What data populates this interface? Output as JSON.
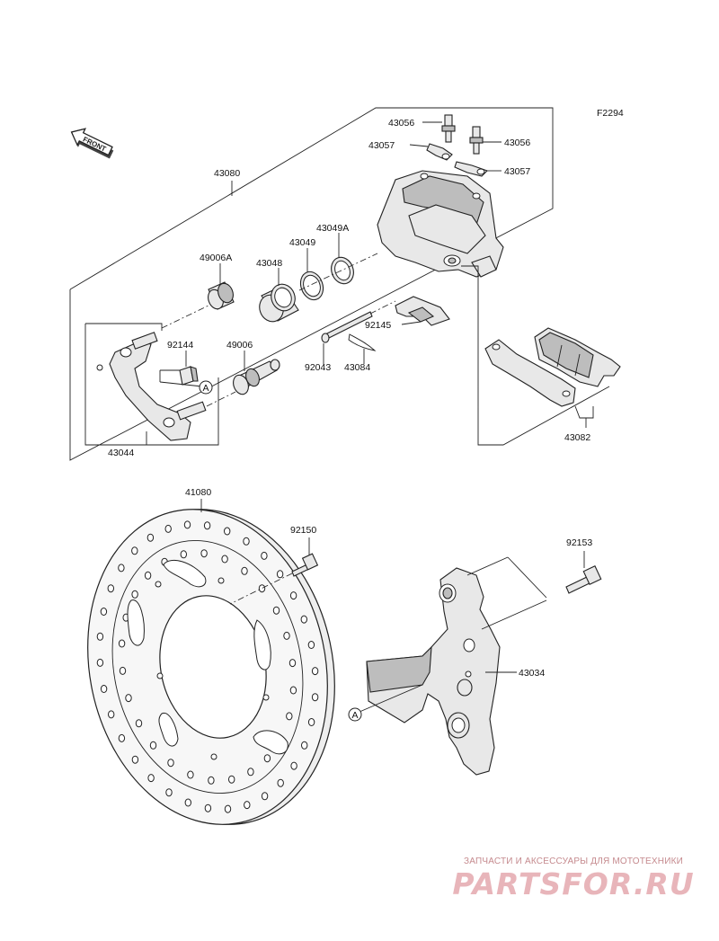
{
  "figure_code": "F2294",
  "front_marker": "FRONT",
  "callouts": {
    "43080": "43080",
    "43056_a": "43056",
    "43056_b": "43056",
    "43057_a": "43057",
    "43057_b": "43057",
    "43049A": "43049A",
    "43049": "43049",
    "43048": "43048",
    "49006A": "49006A",
    "92144": "92144",
    "49006": "49006",
    "92145": "92145",
    "92043": "92043",
    "43084": "43084",
    "43044": "43044",
    "43082": "43082",
    "41080": "41080",
    "92150": "92150",
    "92153": "92153",
    "43034": "43034"
  },
  "ref_marker_a_1": "A",
  "ref_marker_a_2": "A",
  "watermark": {
    "tagline": "ЗАПЧАСТИ И АКСЕССУАРЫ ДЛЯ МОТОТЕХНИКИ",
    "logo": "PARTSFOR.RU"
  }
}
